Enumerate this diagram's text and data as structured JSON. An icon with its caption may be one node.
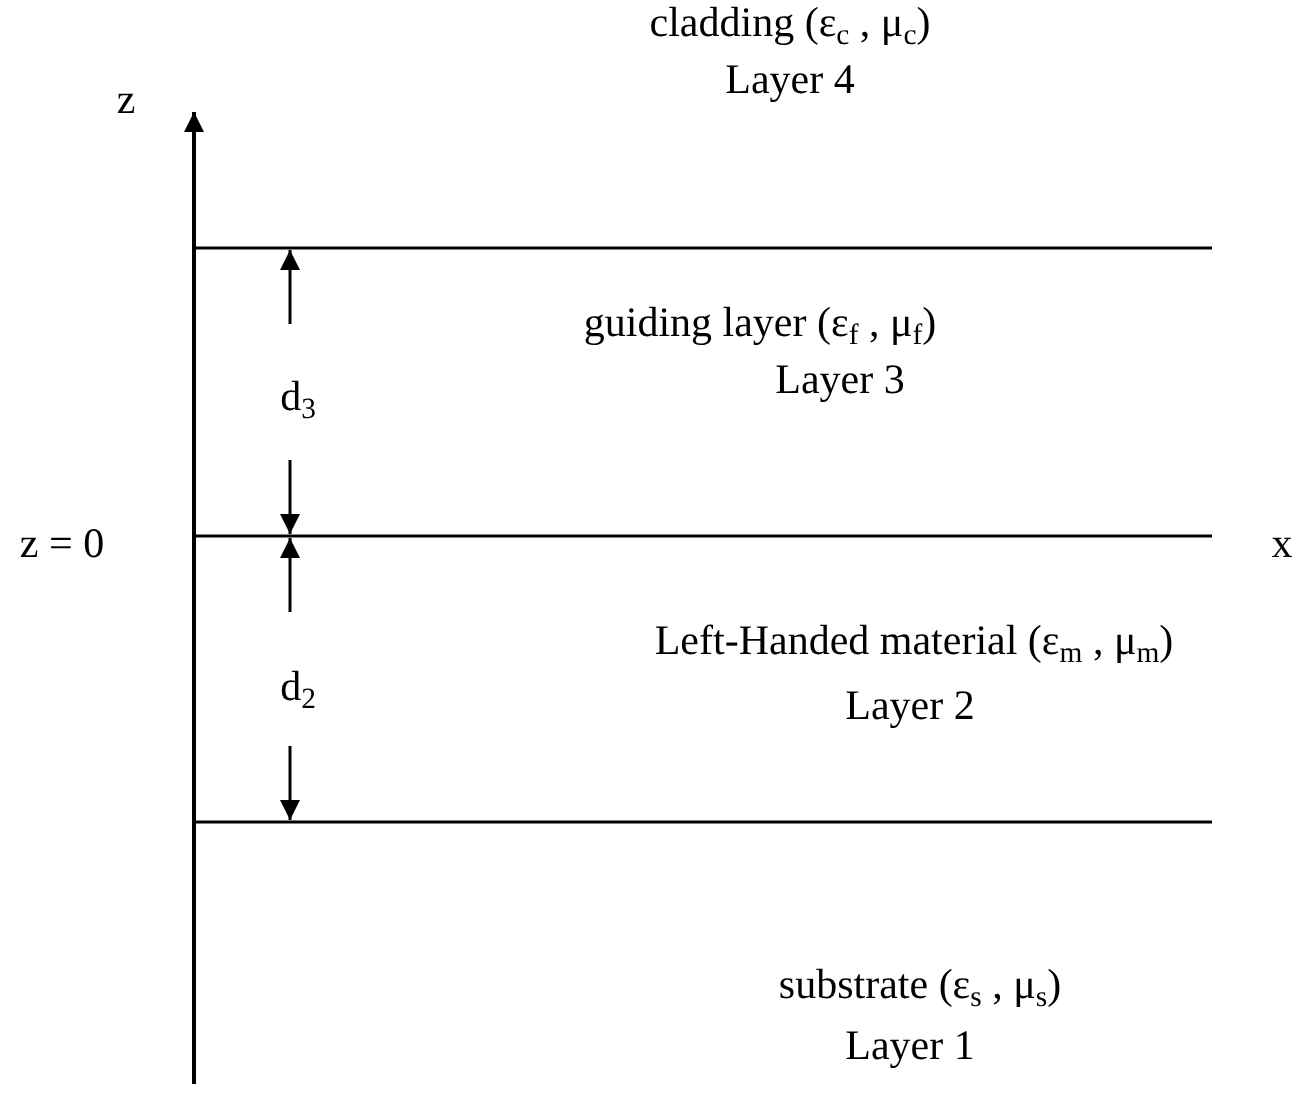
{
  "diagram": {
    "labels": [
      "cladding (ε$_{c}$ , μ$_{c}$)",
      "z",
      "Layer 4",
      "guiding layer (ε$_{f}$ , μ$_{f}$)",
      "d$_{3}$",
      "Layer 3",
      "z = 0",
      "x",
      "d$_{2}$",
      "Left-Handed material (ε$_{m}$ , μ$_{m}$)",
      "Layer 2",
      "substrate (ε$_{s}$ , μ$_{s}$)",
      "Layer 1"
    ]
  }
}
